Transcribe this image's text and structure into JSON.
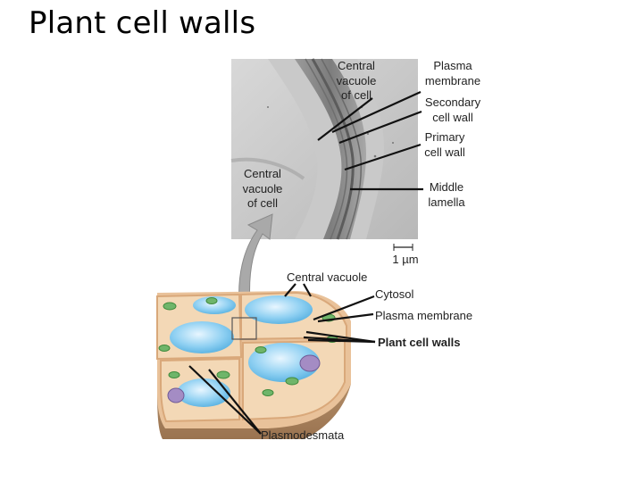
{
  "title": "Plant cell walls",
  "micrograph_labels": {
    "central_vacuole_top": "Central\nvacuole\nof cell",
    "plasma_membrane": "Plasma\nmembrane",
    "secondary_cell_wall": "Secondary\ncell wall",
    "primary_cell_wall": "Primary\ncell wall",
    "central_vacuole_left": "Central\nvacuole\nof cell",
    "middle_lamella": "Middle\nlamella",
    "scale_bar": "1 µm"
  },
  "drawing_labels": {
    "central_vacuole": "Central vacuole",
    "cytosol": "Cytosol",
    "plasma_membrane": "Plasma membrane",
    "plant_cell_walls": "Plant cell walls",
    "plasmodesmata": "Plasmodesmata"
  }
}
